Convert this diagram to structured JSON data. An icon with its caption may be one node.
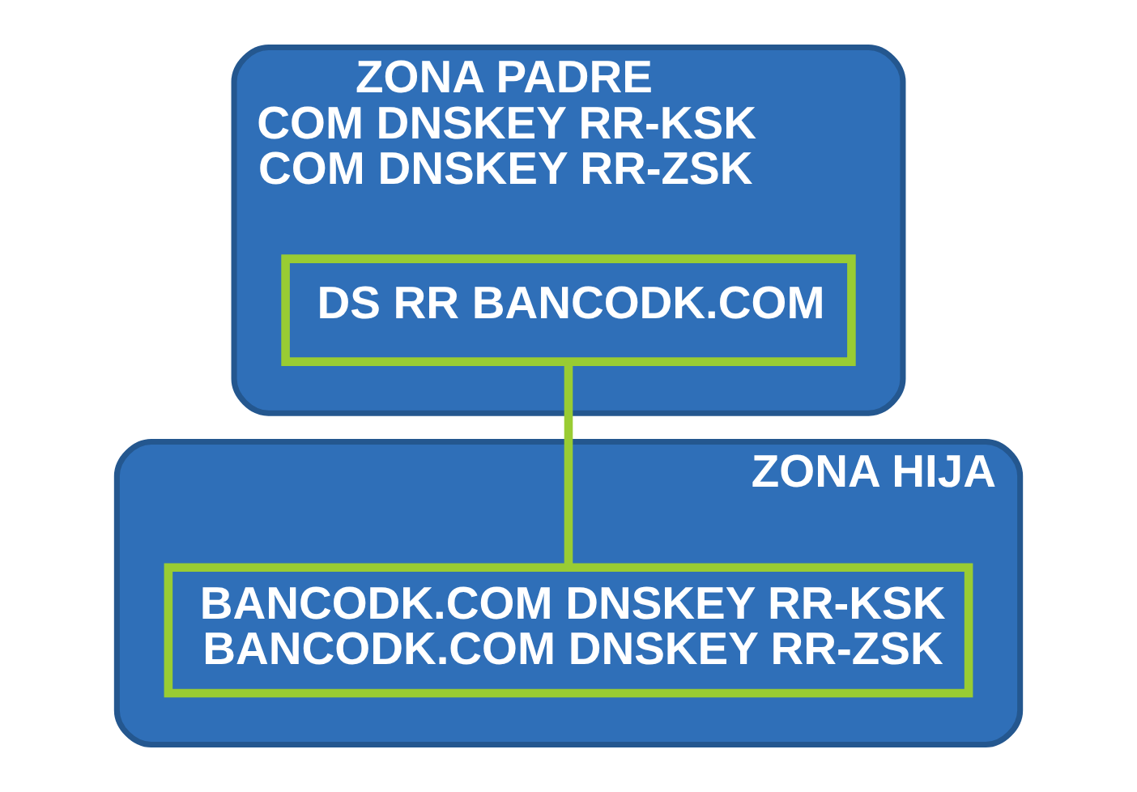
{
  "diagram": {
    "nodes": [
      {
        "text": [
          "ZONA PADRE",
          "COM DNSKEY RR-KSK",
          "COM DNSKEY RR-ZSK"
        ]
      },
      {
        "text": [
          "DS RR BANCODK.COM"
        ],
        "in": 0
      },
      {
        "text": [
          "ZONA HIJA"
        ]
      },
      {
        "text": [
          "BANCODK.COM DNSKEY RR-KSK",
          "BANCODK.COM DNSKEY RR-ZSK"
        ],
        "in": 2
      }
    ],
    "edges": [
      {
        "from": 1,
        "to": 3,
        "arrow": "none",
        "color": "#99cc33"
      }
    ]
  }
}
